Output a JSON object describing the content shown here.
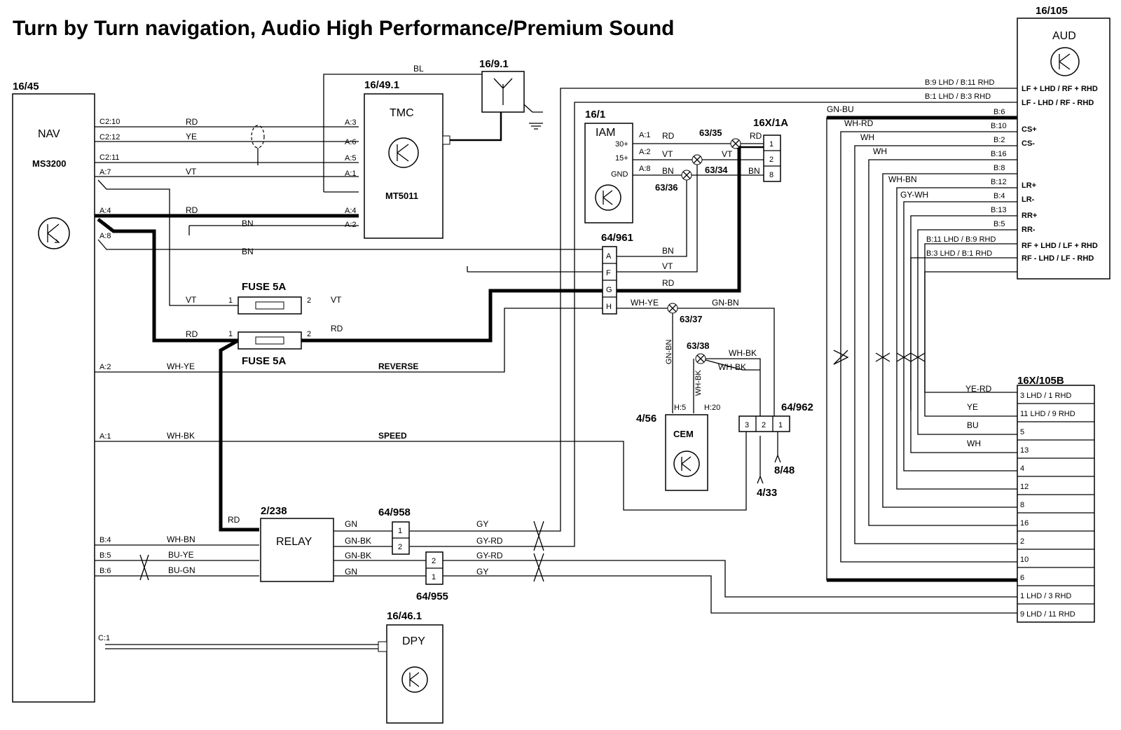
{
  "title": "Turn by Turn navigation, Audio High Performance/Premium Sound",
  "components": {
    "nav": {
      "ref": "16/45",
      "name": "NAV",
      "model": "MS3200"
    },
    "tmc": {
      "ref": "16/49.1",
      "name": "TMC",
      "model": "MT5011"
    },
    "antenna": {
      "ref": "16/9.1"
    },
    "iam": {
      "ref": "16/1",
      "name": "IAM"
    },
    "aud": {
      "ref": "16/105",
      "name": "AUD"
    },
    "cem": {
      "ref": "4/56",
      "name": "CEM"
    },
    "relay": {
      "ref": "2/238",
      "name": "RELAY"
    },
    "dpy": {
      "ref": "16/46.1",
      "name": "DPY"
    },
    "fuse_top": {
      "name": "FUSE 5A"
    },
    "fuse_bottom": {
      "name": "FUSE 5A"
    },
    "conn_16x1a": {
      "ref": "16X/1A",
      "pins": [
        "1",
        "2",
        "8"
      ]
    },
    "conn_64961": {
      "ref": "64/961",
      "pins": [
        "A",
        "F",
        "G",
        "H"
      ]
    },
    "conn_64962": {
      "ref": "64/962",
      "pins": [
        "3",
        "2",
        "1"
      ]
    },
    "conn_64958": {
      "ref": "64/958",
      "pins": [
        "1",
        "2"
      ]
    },
    "conn_64955": {
      "ref": "64/955",
      "pins": [
        "2",
        "1"
      ]
    },
    "conn_16x105b": {
      "ref": "16X/105B",
      "pins": [
        "3 LHD / 1 RHD",
        "11 LHD / 9 RHD",
        "5",
        "13",
        "4",
        "12",
        "8",
        "16",
        "2",
        "10",
        "6",
        "1 LHD / 3 RHD",
        "9 LHD / 11 RHD"
      ]
    }
  },
  "splices": [
    "63/35",
    "63/34",
    "63/36",
    "63/37",
    "63/38"
  ],
  "refs": [
    "8/48",
    "4/33"
  ],
  "nav_pins": [
    "C2:10",
    "C2:12",
    "C2:11",
    "A:7",
    "A:4",
    "A:8",
    "A:2",
    "A:1",
    "B:4",
    "B:5",
    "B:6",
    "C:1"
  ],
  "tmc_pins": [
    "A:3",
    "A:6",
    "A:5",
    "A:1",
    "A:4",
    "A:2"
  ],
  "iam_pins": [
    "A:1",
    "A:2",
    "A:8",
    "30+",
    "15+",
    "GND"
  ],
  "cem_pins": [
    "H:5",
    "H:20"
  ],
  "aud_pins": [
    "B:9 LHD / B:11 RHD",
    "B:1 LHD / B:3 RHD",
    "B:6",
    "B:10",
    "B:2",
    "B:16",
    "B:8",
    "B:12",
    "B:4",
    "B:13",
    "B:5",
    "B:11 LHD / B:9 RHD",
    "B:3 LHD / B:1 RHD"
  ],
  "aud_signals": [
    "LF + LHD / RF + RHD",
    "LF - LHD / RF - RHD",
    "CS+",
    "CS-",
    "LR+",
    "LR-",
    "RR+",
    "RR-",
    "RF + LHD / LF + RHD",
    "RF - LHD / LF - RHD"
  ],
  "wire_colors": {
    "bl": "BL",
    "rd": "RD",
    "ye": "YE",
    "vt": "VT",
    "bn": "BN",
    "wh_ye": "WH-YE",
    "wh_bk": "WH-BK",
    "wh_bn": "WH-BN",
    "bu_ye": "BU-YE",
    "bu_gn": "BU-GN",
    "gn": "GN",
    "gn_bk": "GN-BK",
    "gy": "GY",
    "gy_rd": "GY-RD",
    "gn_bn": "GN-BN",
    "gn_bu": "GN-BU",
    "wh_rd": "WH-RD",
    "wh": "WH",
    "gy_wh": "GY-WH",
    "ye_rd": "YE-RD",
    "bu": "BU"
  },
  "signals": {
    "reverse": "REVERSE",
    "speed": "SPEED"
  },
  "fuse_pins": [
    "1",
    "2"
  ],
  "colors": {
    "line": "#000000",
    "background": "#ffffff"
  }
}
